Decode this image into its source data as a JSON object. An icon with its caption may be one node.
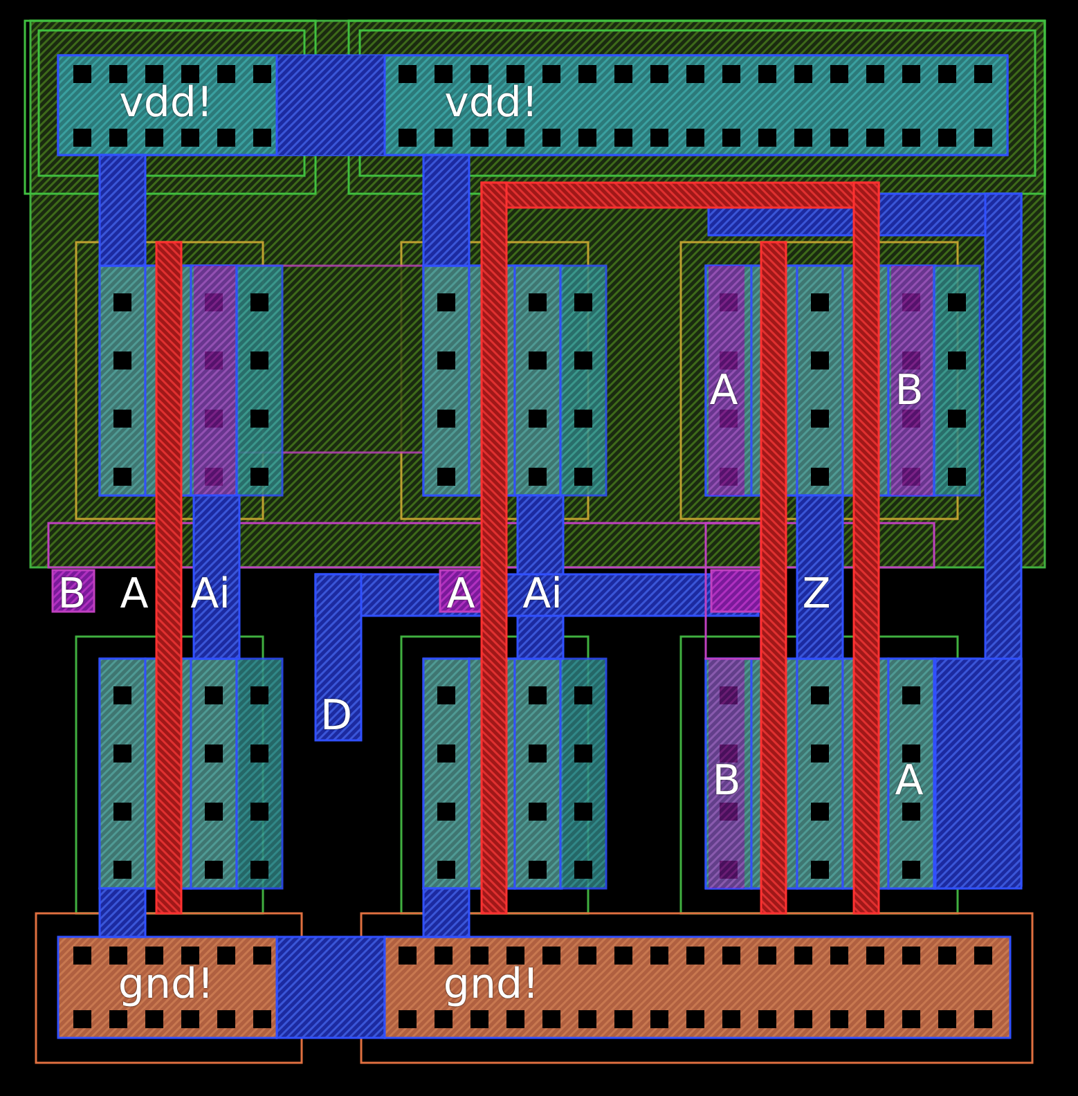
{
  "diagram": {
    "labels": [
      "vdd!",
      "vdd!",
      "A",
      "B",
      "B",
      "A",
      "Ai",
      "A",
      "Ai",
      "Z",
      "D",
      "B",
      "A",
      "gnd!",
      "gnd!"
    ]
  }
}
